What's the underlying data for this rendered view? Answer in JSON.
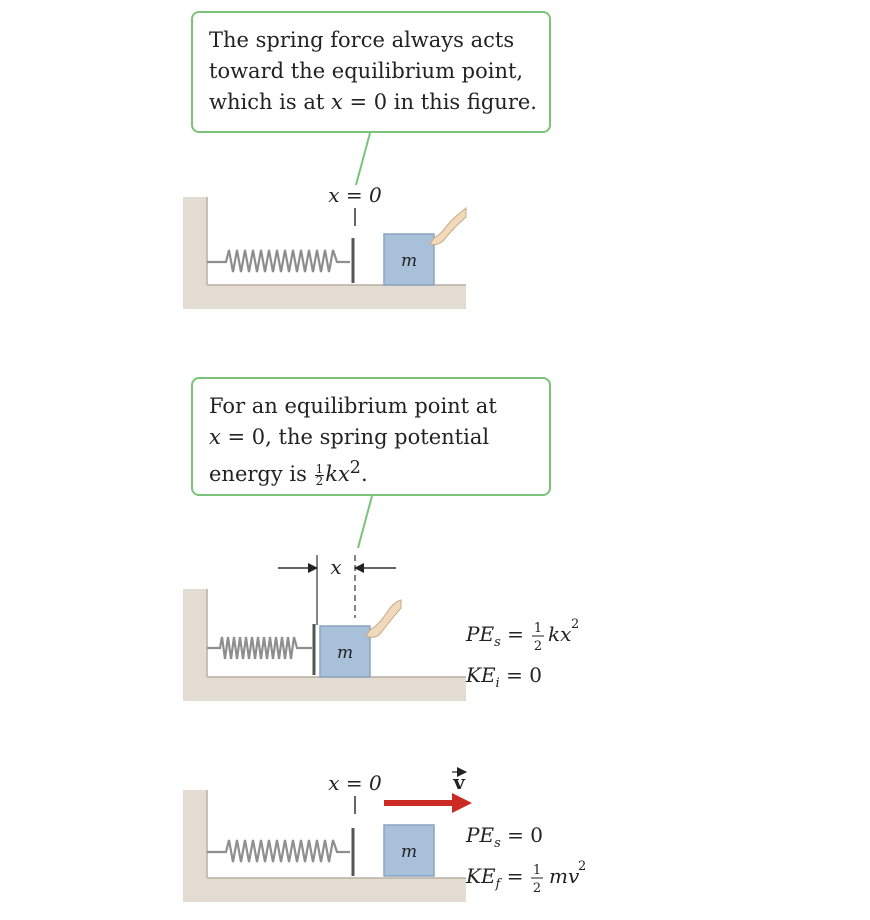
{
  "callout_1": {
    "line_1": "The spring force always acts",
    "line_2": "toward the equilibrium point,",
    "line_3_pre": "which is at ",
    "line_3_var": "x",
    "line_3_post": " = 0 in this figure."
  },
  "callout_2": {
    "line_1": "For an equilibrium point at",
    "line_2_var": "x",
    "line_2_post": " = 0, the spring potential",
    "line_3_pre": "energy is ",
    "frac_num": "1",
    "frac_den": "2",
    "line_3_expr": "kx",
    "line_3_exp": "2",
    "line_3_post": "."
  },
  "panel_1": {
    "eq_label": "x = 0",
    "mass_label": "m"
  },
  "panel_2": {
    "disp_label": "x",
    "mass_label": "m",
    "pe_label": "PE",
    "pe_sub": "s",
    "pe_eq": " = ",
    "pe_frac_num": "1",
    "pe_frac_den": "2",
    "pe_expr": "kx",
    "pe_exp": "2",
    "ke_label": "KE",
    "ke_sub": "i",
    "ke_value": " = 0"
  },
  "panel_3": {
    "eq_label": "x = 0",
    "velocity_label": "v",
    "mass_label": "m",
    "pe_label": "PE",
    "pe_sub": "s",
    "pe_value": " = 0",
    "ke_label": "KE",
    "ke_sub": "f",
    "ke_eq": " = ",
    "ke_frac_num": "1",
    "ke_frac_den": "2",
    "ke_expr": "mv",
    "ke_exp": "2"
  },
  "colors": {
    "callout_border": "#79c47a",
    "wall": "#e3dcd2",
    "wall_shadow": "#cfc5b8",
    "spring": "#8e8e8e",
    "block_fill": "#a8c0da",
    "block_stroke": "#8aa3bf",
    "hand": "#f1d9bb",
    "velocity_arrow": "#cc2a25"
  }
}
